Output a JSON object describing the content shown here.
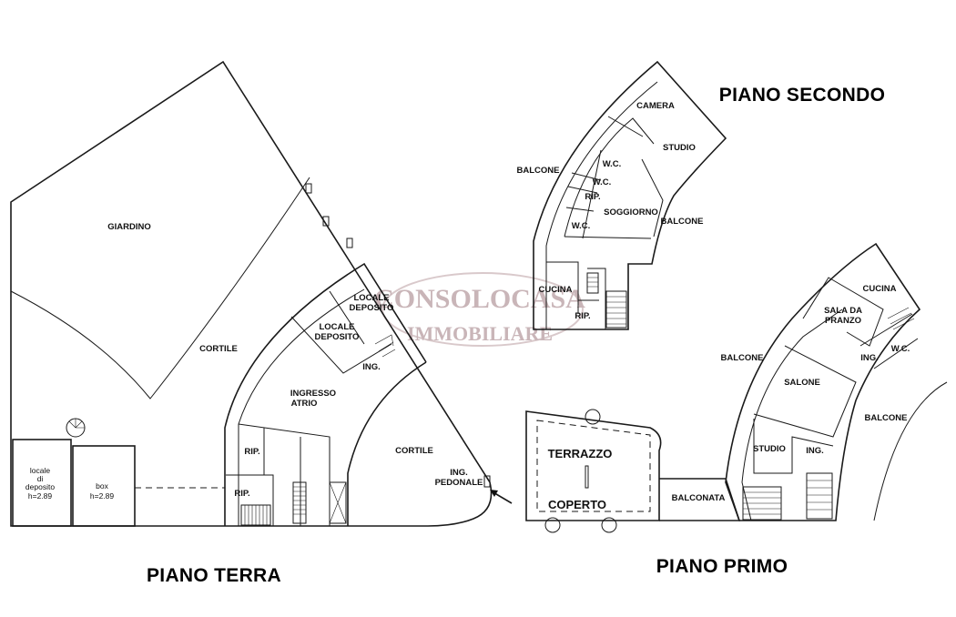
{
  "watermark": {
    "line1": "CONSOLOCASA",
    "line2": "IMMOBILIARE",
    "color": "#c9b5b8"
  },
  "floors": {
    "terra": {
      "title": "PIANO TERRA",
      "rooms": {
        "giardino": "GIARDINO",
        "cortile_main": "CORTILE",
        "cortile_right": "CORTILE",
        "locale_deposito_upper_1": "LOCALE",
        "locale_deposito_upper_2": "DEPOSITO",
        "locale_deposito_mid_1": "LOCALE",
        "locale_deposito_mid_2": "DEPOSITO",
        "ing": "ING.",
        "ingresso_1": "INGRESSO",
        "ingresso_2": "ATRIO",
        "rip_1": "RIP.",
        "rip_2": "RIP.",
        "ing_pedonale_1": "ING.",
        "ing_pedonale_2": "PEDONALE",
        "locale_di_deposito_1": "locale",
        "locale_di_deposito_2": "di",
        "locale_di_deposito_3": "deposito",
        "locale_di_deposito_h": "h=2.89",
        "box": "box",
        "box_h": "h=2.89"
      }
    },
    "primo": {
      "title": "PIANO PRIMO",
      "rooms": {
        "terrazzo": "TERRAZZO",
        "coperto": "COPERTO",
        "balconata": "BALCONATA",
        "balcone_left": "BALCONE",
        "balcone_right": "BALCONE",
        "cucina": "CUCINA",
        "sala_da_pranzo_1": "SALA DA",
        "sala_da_pranzo_2": "PRANZO",
        "salone": "SALONE",
        "ing_upper": "ING.",
        "wc": "W.C.",
        "studio": "STUDIO",
        "ing_lower": "ING."
      }
    },
    "secondo": {
      "title": "PIANO SECONDO",
      "rooms": {
        "camera": "CAMERA",
        "studio": "STUDIO",
        "balcone_left": "BALCONE",
        "balcone_right": "BALCONE",
        "wc_1": "W.C.",
        "wc_2": "W.C.",
        "rip_upper": "RIP.",
        "wc_3": "W.C.",
        "soggiorno": "SOGGIORNO",
        "cucina": "CUCINA",
        "rip_lower": "RIP."
      }
    }
  }
}
